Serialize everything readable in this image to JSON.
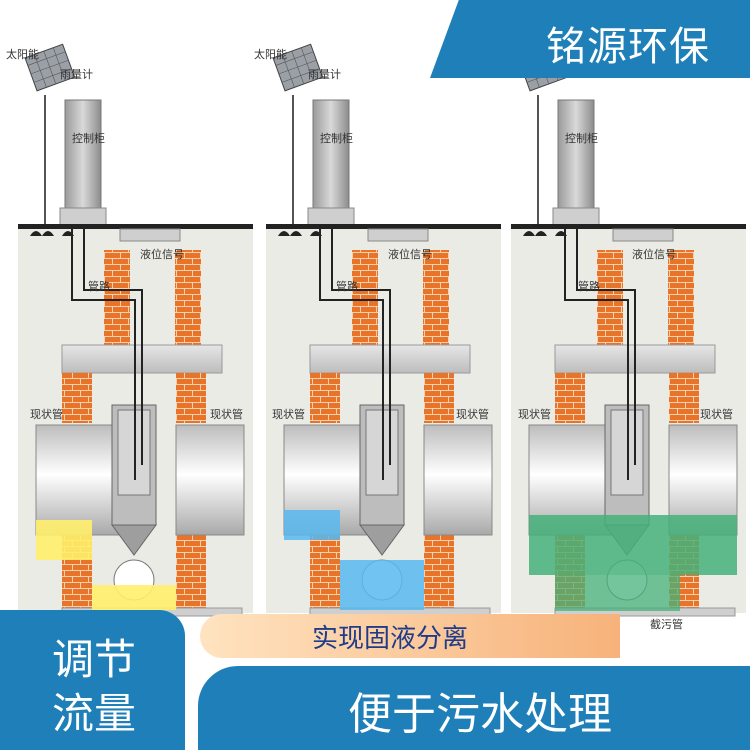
{
  "brand": {
    "name": "铭源环保"
  },
  "badge_left": {
    "line1": "调节",
    "line2": "流量"
  },
  "subtitle": "实现固液分离",
  "banner": "便于污水处理",
  "diagram_labels": {
    "solar_panel": "太阳能",
    "rain_gauge": "雨量计",
    "control_cabinet": "控制柜",
    "level_signal": "液位信号",
    "pipeline": "管路",
    "existing_pipe": "现状管",
    "bottom_pipe": "截污管"
  },
  "colors": {
    "brand_blue": "#1f7fb9",
    "water_yellow": "#fff06a",
    "water_blue": "#58b8ef",
    "water_green": "#45b27a"
  }
}
